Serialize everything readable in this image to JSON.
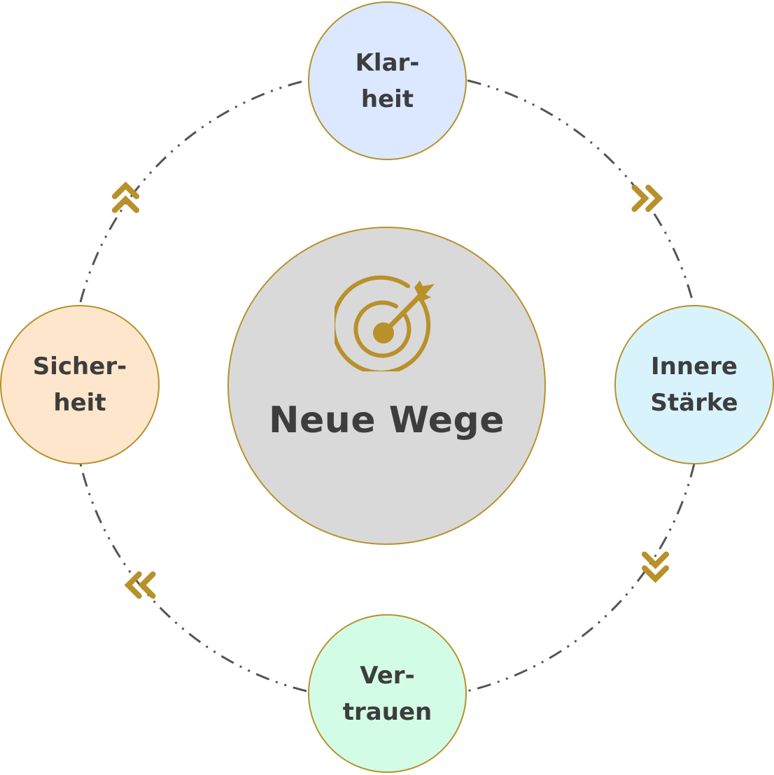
{
  "center": {
    "title": "Neue Wege",
    "icon": "target-arrow-icon",
    "fill": "#d9d9d9"
  },
  "nodes": [
    {
      "id": "klarheit",
      "lines": [
        "Klar-",
        "heit"
      ],
      "fill": "#dbe8ff"
    },
    {
      "id": "innere-staerke",
      "lines": [
        "Innere",
        "Stärke"
      ],
      "fill": "#d9f3fd"
    },
    {
      "id": "vertrauen",
      "lines": [
        "Ver-",
        "trauen"
      ],
      "fill": "#d3fce6"
    },
    {
      "id": "sicherheit",
      "lines": [
        "Sicher-",
        "heit"
      ],
      "fill": "#fde6cc"
    }
  ],
  "colors": {
    "accent": "#b8912a",
    "text": "#3d3d3d",
    "connector": "#555555"
  },
  "connector": {
    "style": "dash-dot",
    "direction": "clockwise",
    "arrow_icon": "double-chevron-icon"
  }
}
